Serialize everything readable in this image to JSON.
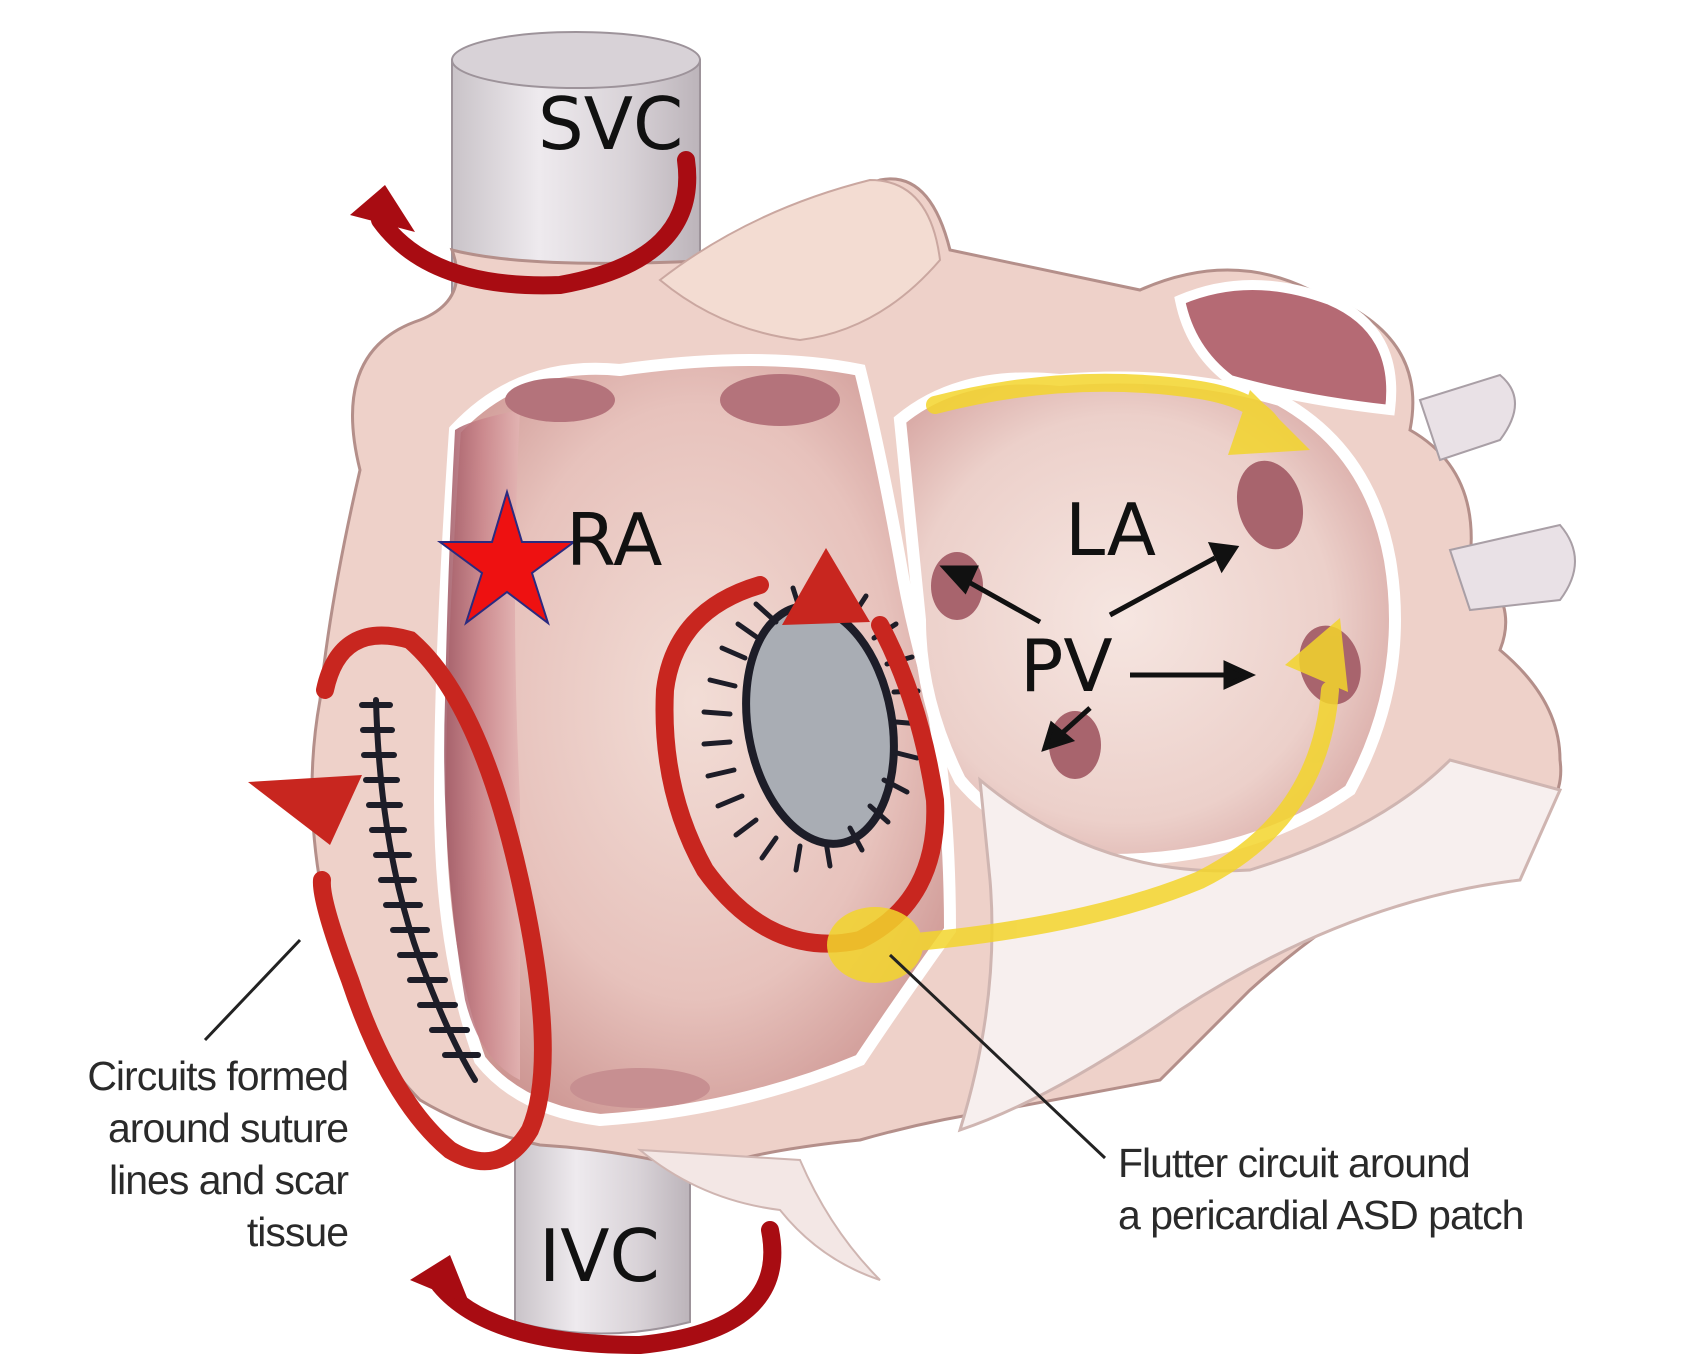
{
  "labels": {
    "svc": "SVC",
    "ra": "RA",
    "la": "LA",
    "pv": "PV",
    "ivc": "IVC"
  },
  "captions": {
    "left": [
      "Circuits formed",
      "around suture",
      "lines and scar",
      "tissue"
    ],
    "right": [
      "Flutter circuit around",
      "a pericardial ASD patch"
    ]
  },
  "colors": {
    "circuit_red": "#c8261f",
    "vena_arrow": "#a80c12",
    "la_circuit_yellow": "#f3d52c",
    "star": "#ee1111",
    "asd_patch": "#a9adb4",
    "tissue": "#efd4cc",
    "chamber": "#e2b2ae"
  }
}
